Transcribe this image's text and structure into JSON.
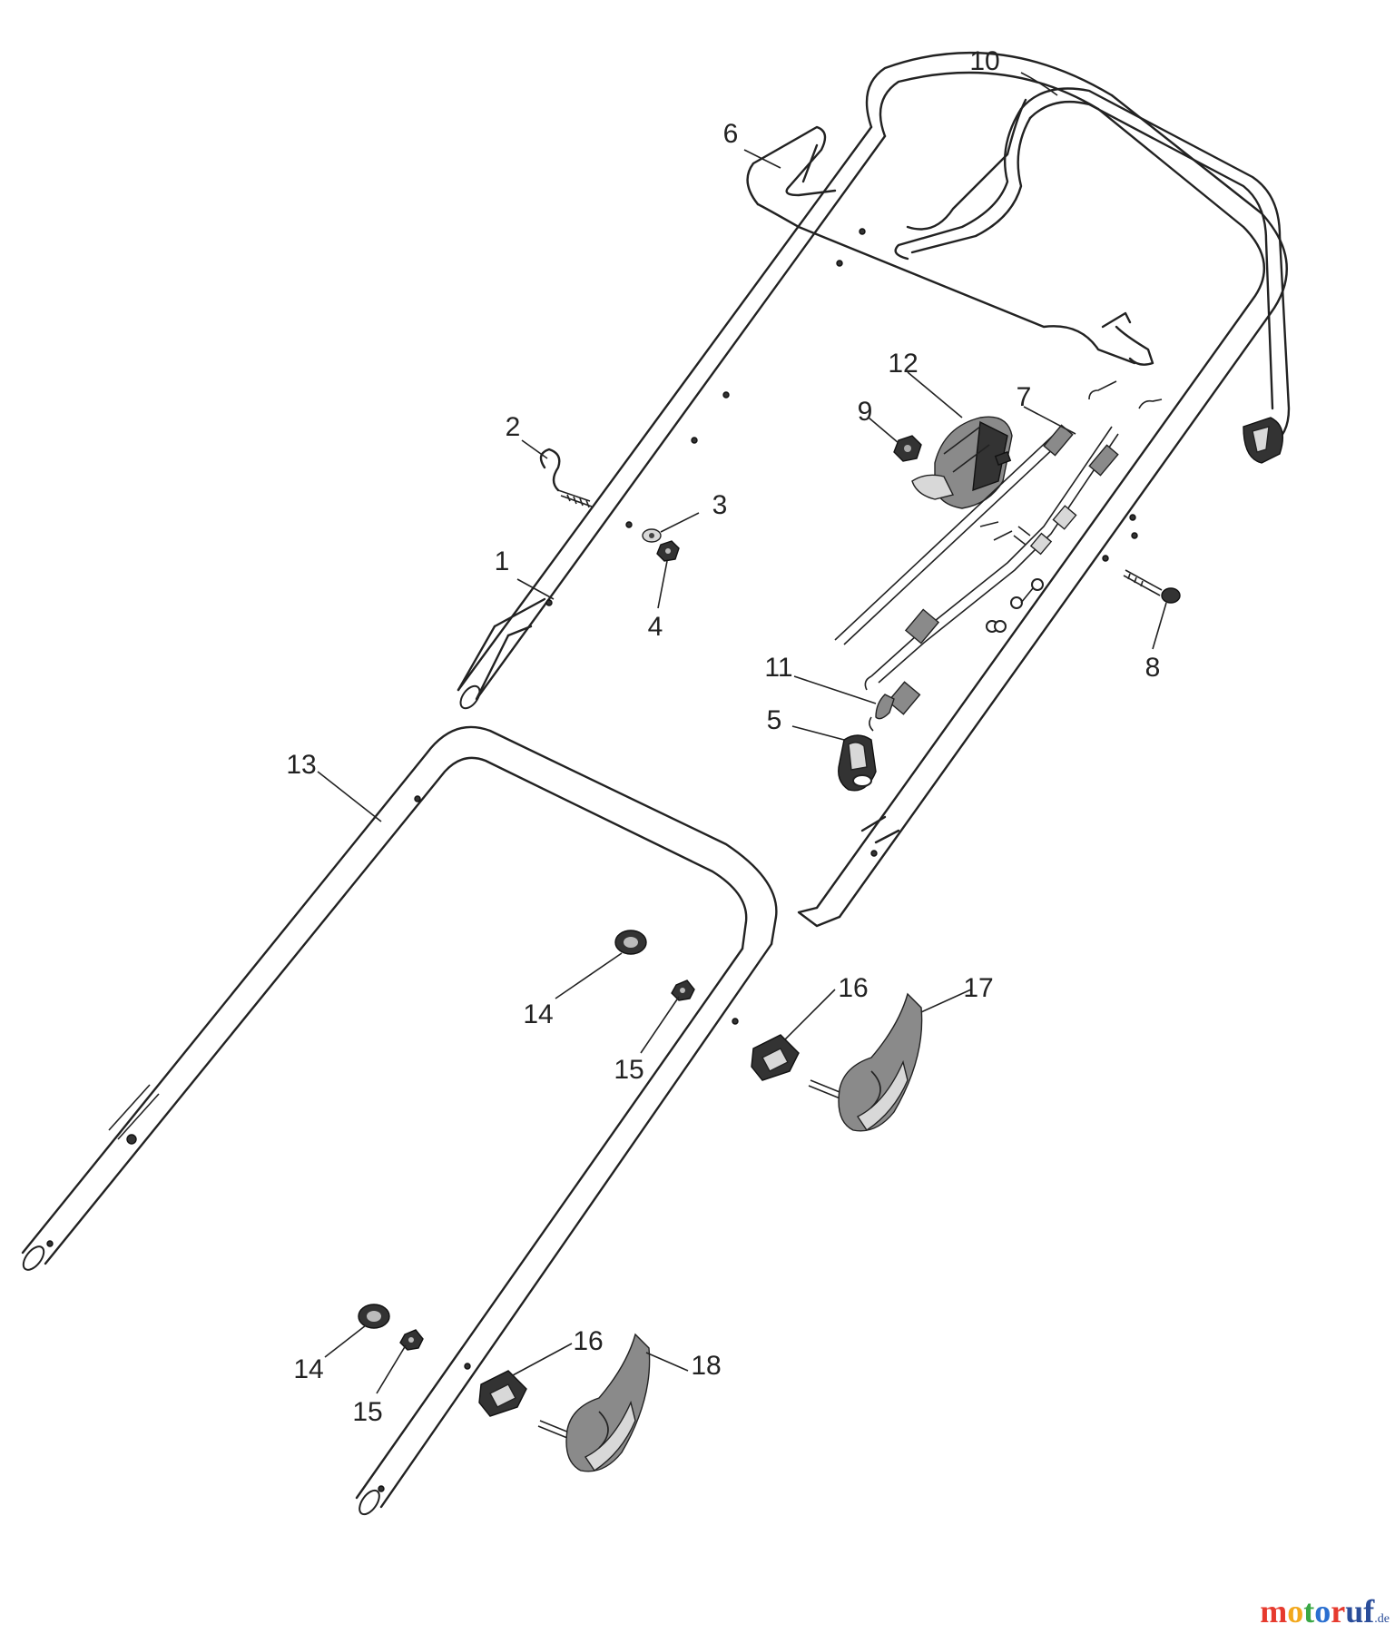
{
  "diagram": {
    "labels": [
      "1",
      "2",
      "3",
      "4",
      "5",
      "6",
      "7",
      "8",
      "9",
      "10",
      "11",
      "12",
      "13",
      "14",
      "15",
      "16",
      "17",
      "18"
    ]
  },
  "watermark": {
    "text": "motoruf",
    "tld": ".de",
    "colors": [
      "#e63a2e",
      "#f2a81d",
      "#3aa845",
      "#2a6fd0"
    ]
  }
}
